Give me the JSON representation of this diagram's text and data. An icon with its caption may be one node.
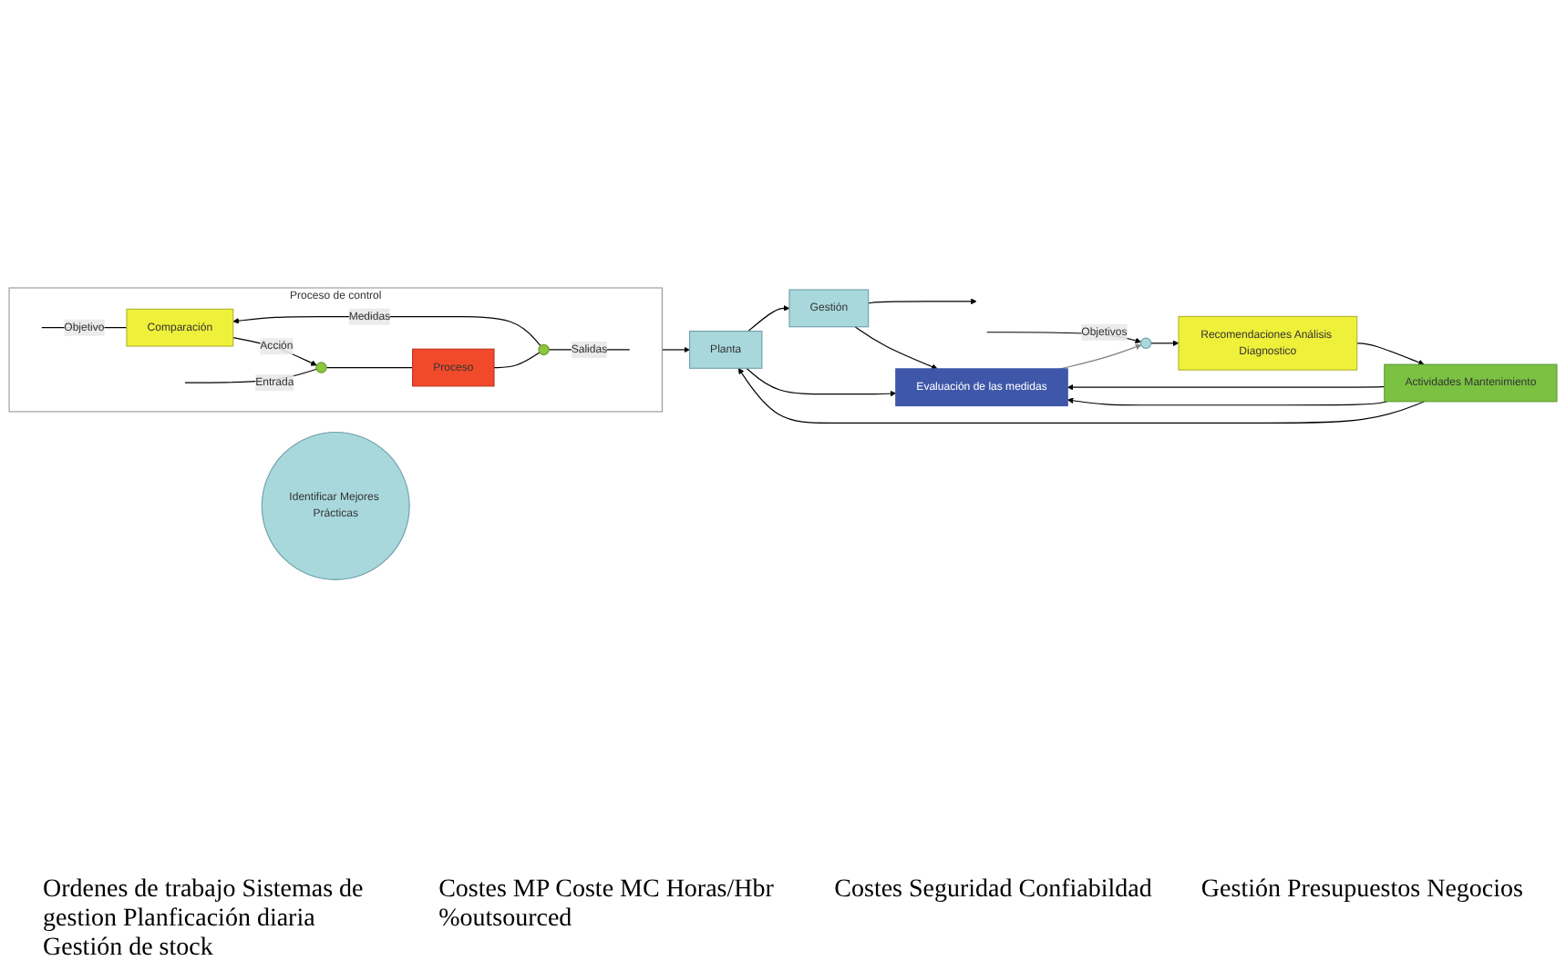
{
  "diagram": {
    "nodes": [
      {
        "text": [
          "Identificar Mejores Prácticas"
        ]
      },
      {
        "text": [
          "Proceso de control"
        ]
      },
      {
        "text": [
          "Comparación"
        ],
        "in": 1
      },
      {
        "text": [
          "Proceso"
        ],
        "in": 1
      },
      {
        "text": [],
        "shape": "circle",
        "in": 1
      },
      {
        "text": [],
        "shape": "circle",
        "in": 1
      },
      {
        "text": [],
        "shape": "circle"
      },
      {
        "text": [
          "Recomendaciones Análisis Diagnostico"
        ]
      },
      {
        "text": [
          "Actividades Mantenimiento"
        ]
      },
      {
        "text": [
          "Planta"
        ]
      },
      {
        "text": [
          "Gestión"
        ]
      },
      {
        "text": [
          "Evaluación de las medidas"
        ]
      }
    ],
    "edges": [
      {
        "from": null,
        "to": 2,
        "arrow": "none",
        "label": "Objetivo"
      },
      {
        "from": 2,
        "to": 4,
        "arrow": "to",
        "label": "Acción"
      },
      {
        "from": 5,
        "to": 2,
        "arrow": "to",
        "label": "Medidas"
      },
      {
        "from": null,
        "to": 4,
        "arrow": "none",
        "label": "Entrada"
      },
      {
        "from": 4,
        "to": 3,
        "arrow": "none"
      },
      {
        "from": 3,
        "to": 5,
        "arrow": "none"
      },
      {
        "from": 5,
        "to": null,
        "arrow": "none",
        "label": "Salidas"
      },
      {
        "from": null,
        "to": 6,
        "arrow": "to",
        "label": "Objetivos"
      },
      {
        "from": 6,
        "to": 7,
        "arrow": "to"
      },
      {
        "from": 7,
        "to": 8,
        "arrow": "to"
      },
      {
        "from": 8,
        "to": 9,
        "arrow": "to"
      },
      {
        "from": 9,
        "to": 10,
        "arrow": "to"
      },
      {
        "from": 10,
        "to": null,
        "arrow": "to"
      },
      {
        "from": 1,
        "to": 9,
        "arrow": "to"
      },
      {
        "from": 8,
        "to": 11,
        "arrow": "to"
      },
      {
        "from": 8,
        "to": 11,
        "arrow": "to"
      },
      {
        "from": 9,
        "to": 11,
        "arrow": "to"
      },
      {
        "from": 10,
        "to": 11,
        "arrow": "to"
      },
      {
        "from": 11,
        "to": 6,
        "arrow": "to",
        "color": "#808080"
      }
    ],
    "labels": [
      "Ordenes de trabajo Sistemas de gestion Planficación diaria Gestión de stock",
      "Costes MP Coste MC Horas/Hbr %outsourced",
      "Costes Seguridad Confiabildad",
      "Gestión Presupuestos Negocios"
    ]
  }
}
